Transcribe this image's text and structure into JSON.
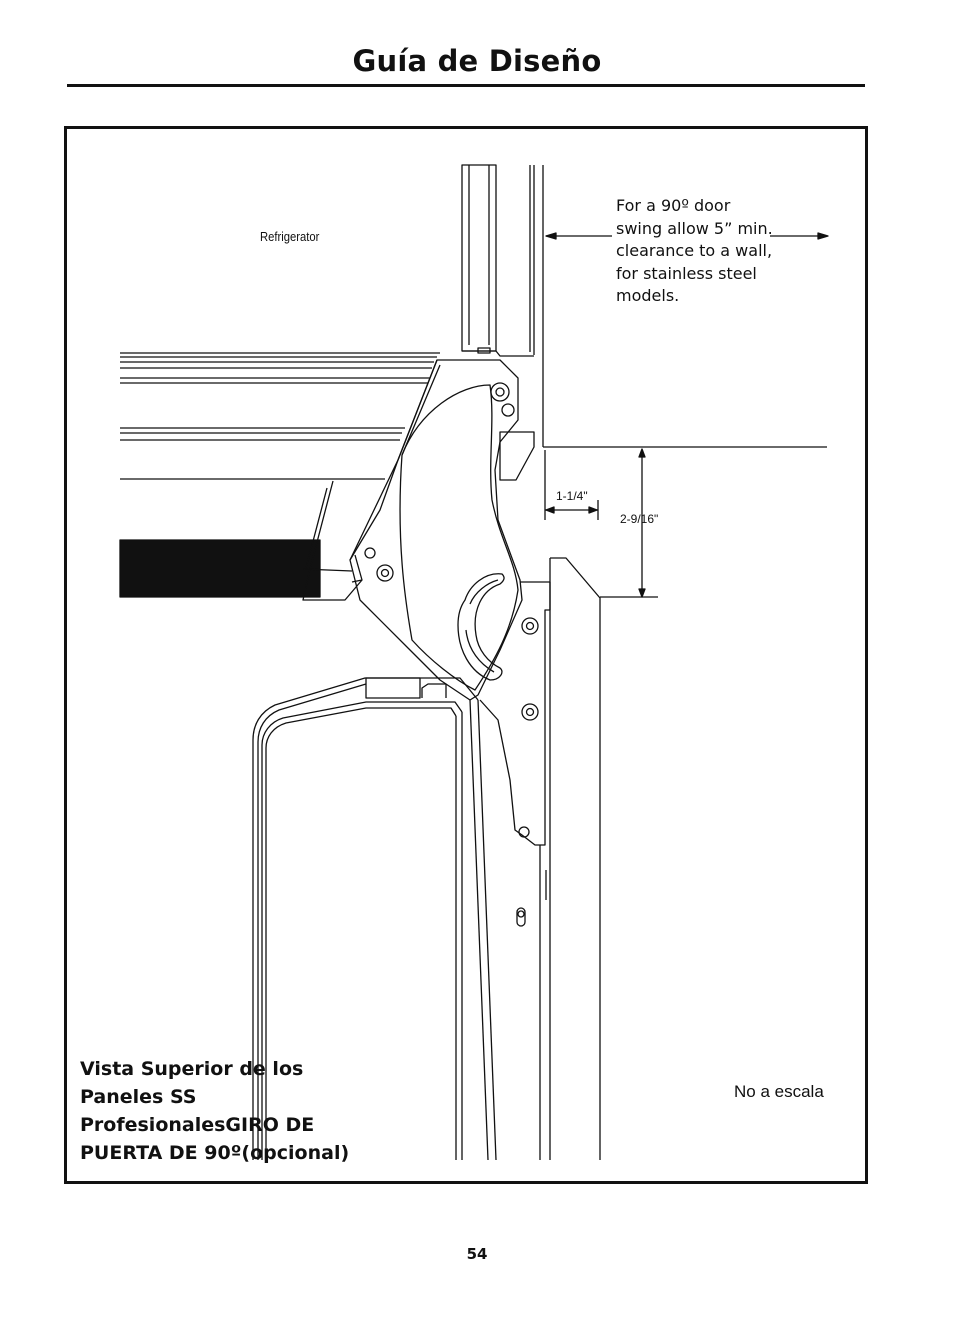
{
  "header": {
    "title": "Guía de Diseño"
  },
  "figure": {
    "refrigerator_label": "Refrigerator",
    "clearance_note": [
      "For a 90º door",
      "swing allow 5” min.",
      "clearance to a wall,",
      "for stainless steel",
      "models."
    ],
    "dimension_1": "1-1/4\"",
    "dimension_2": "2-9/16\"",
    "caption": [
      "Vista Superior de los",
      "Paneles SS",
      "ProfesionalesGIRO DE",
      "PUERTA DE 90º(opcional)"
    ],
    "scale_note": "No a escala"
  },
  "footer": {
    "page_number": "54"
  }
}
